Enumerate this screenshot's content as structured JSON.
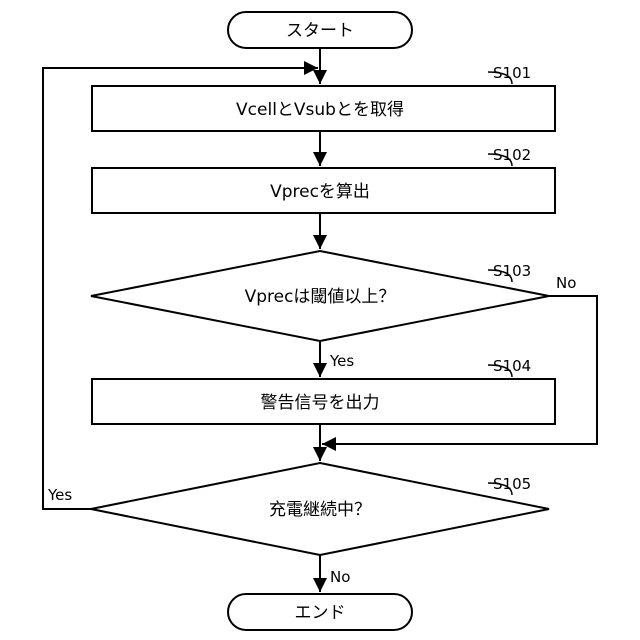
{
  "start": {
    "label": "スタート"
  },
  "end": {
    "label": "エンド"
  },
  "steps": {
    "s101": {
      "id": "S101",
      "label": "VcellとVsubとを取得"
    },
    "s102": {
      "id": "S102",
      "label": "Vprecを算出"
    },
    "s103": {
      "id": "S103",
      "label": "Vprecは閾値以上？"
    },
    "s104": {
      "id": "S104",
      "label": "警告信号を出力"
    },
    "s105": {
      "id": "S105",
      "label": "充電継続中？"
    }
  },
  "edges": {
    "s103_yes": "Yes",
    "s103_no": "No",
    "s105_yes": "Yes",
    "s105_no": "No"
  }
}
